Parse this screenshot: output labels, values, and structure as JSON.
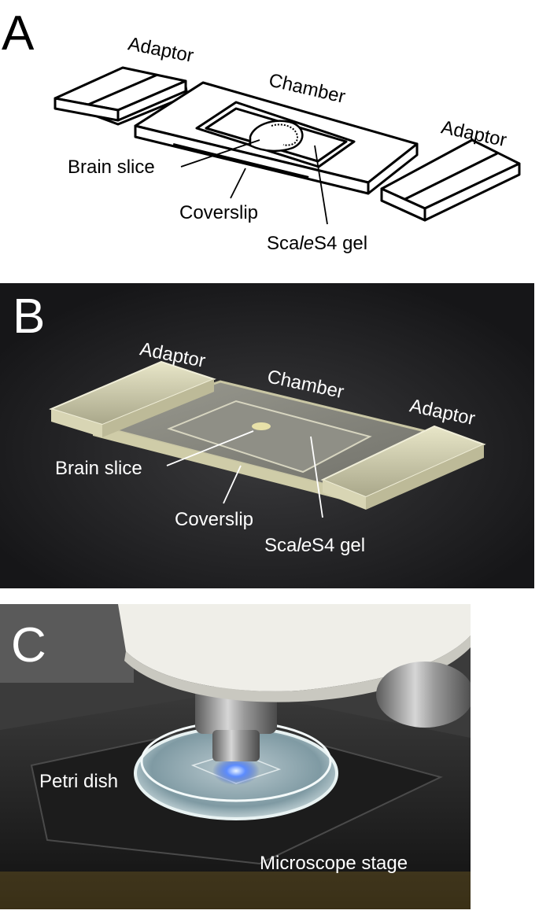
{
  "panels": {
    "a": {
      "letter": "A",
      "labels": {
        "adaptor_left": "Adaptor",
        "chamber": "Chamber",
        "adaptor_right": "Adaptor",
        "brain_slice": "Brain slice",
        "coverslip": "Coverslip",
        "gel_pre": "Sca",
        "gel_italic": "le",
        "gel_post": "S4 gel"
      }
    },
    "b": {
      "letter": "B",
      "labels": {
        "adaptor_left": "Adaptor",
        "chamber": "Chamber",
        "adaptor_right": "Adaptor",
        "brain_slice": "Brain slice",
        "coverslip": "Coverslip",
        "gel_pre": "Sca",
        "gel_italic": "le",
        "gel_post": "S4 gel"
      }
    },
    "c": {
      "letter": "C",
      "labels": {
        "petri_dish": "Petri dish",
        "microscope_stage": "Microscope stage"
      }
    }
  }
}
